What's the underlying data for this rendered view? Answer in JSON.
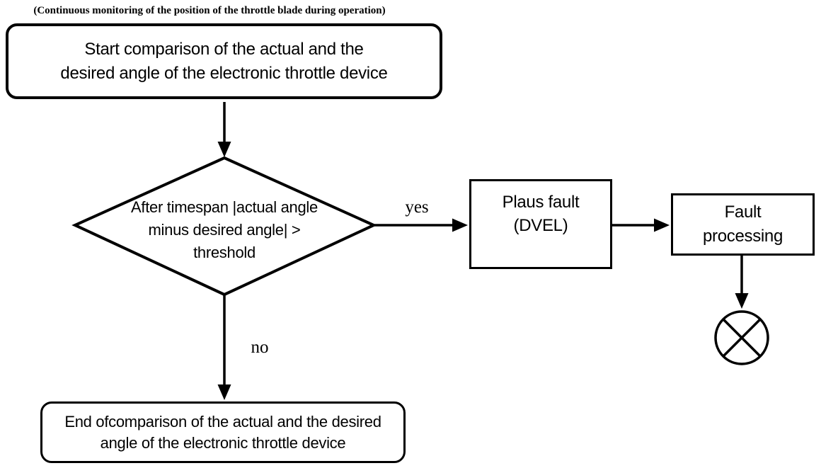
{
  "caption": "(Continuous monitoring of the position of the throttle blade during operation)",
  "diagram_type": "flowchart",
  "nodes": {
    "start": {
      "type": "terminator",
      "label": "Start comparison of the actual and the\ndesired angle of the electronic throttle device"
    },
    "decision": {
      "type": "decision",
      "label": "After timespan |actual angle\nminus desired angle| >\nthreshold"
    },
    "plaus_fault": {
      "type": "process",
      "label": "Plaus fault\n(DVEL)"
    },
    "fault_processing": {
      "type": "process",
      "label": "Fault\nprocessing"
    },
    "end": {
      "type": "terminator",
      "label": "End ofcomparison of the actual and the desired\nangle of the electronic throttle device"
    },
    "terminator_symbol": {
      "type": "circle-x-end-symbol",
      "label": ""
    }
  },
  "edge_labels": {
    "yes": "yes",
    "no": "no"
  },
  "edges": [
    {
      "from": "start",
      "to": "decision",
      "label": ""
    },
    {
      "from": "decision",
      "to": "plaus_fault",
      "label": "yes"
    },
    {
      "from": "plaus_fault",
      "to": "fault_processing",
      "label": ""
    },
    {
      "from": "fault_processing",
      "to": "terminator_symbol",
      "label": ""
    },
    {
      "from": "decision",
      "to": "end",
      "label": "no"
    }
  ],
  "colors": {
    "stroke": "#000000",
    "background": "#ffffff",
    "text": "#000000"
  }
}
